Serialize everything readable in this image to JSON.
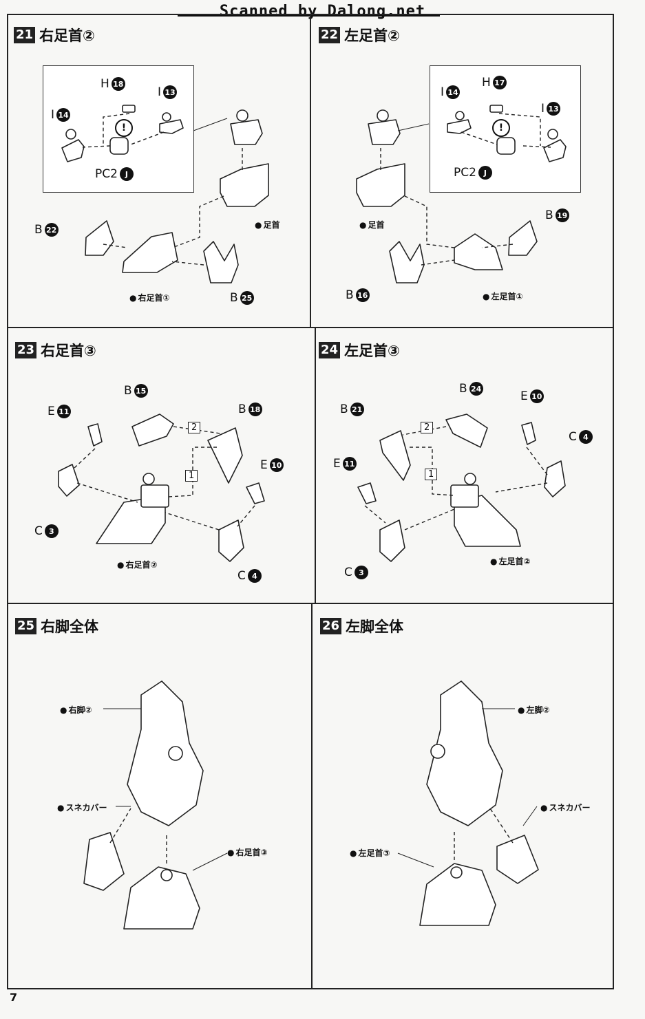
{
  "watermark": "Scanned by Dalong.net",
  "page_number": "7",
  "steps": [
    {
      "number": "21",
      "title": "右足首②"
    },
    {
      "number": "22",
      "title": "左足首②"
    },
    {
      "number": "23",
      "title": "右足首③"
    },
    {
      "number": "24",
      "title": "左足首③"
    },
    {
      "number": "25",
      "title": "右脚全体"
    },
    {
      "number": "26",
      "title": "左脚全体"
    }
  ],
  "step21": {
    "inset": {
      "h": {
        "letter": "H",
        "num": "18"
      },
      "i1": {
        "letter": "I",
        "num": "13"
      },
      "i2": {
        "letter": "I",
        "num": "14"
      },
      "pc": {
        "letter": "PC2",
        "num": "J"
      },
      "warn": "!"
    },
    "b1": {
      "letter": "B",
      "num": "22"
    },
    "b2": {
      "letter": "B",
      "num": "25"
    },
    "ankle": "足首",
    "result": "右足首①"
  },
  "step22": {
    "inset": {
      "h": {
        "letter": "H",
        "num": "17"
      },
      "i1": {
        "letter": "I",
        "num": "14"
      },
      "i2": {
        "letter": "I",
        "num": "13"
      },
      "pc": {
        "letter": "PC2",
        "num": "J"
      },
      "warn": "!"
    },
    "b1": {
      "letter": "B",
      "num": "19"
    },
    "b2": {
      "letter": "B",
      "num": "16"
    },
    "ankle": "足首",
    "result": "左足首①"
  },
  "step23": {
    "b1": {
      "letter": "B",
      "num": "15"
    },
    "b2": {
      "letter": "B",
      "num": "18"
    },
    "e1": {
      "letter": "E",
      "num": "11"
    },
    "e2": {
      "letter": "E",
      "num": "10"
    },
    "c1": {
      "letter": "C",
      "num": "3"
    },
    "c2": {
      "letter": "C",
      "num": "4"
    },
    "order1": "1",
    "order2": "2",
    "result": "右足首②"
  },
  "step24": {
    "b1": {
      "letter": "B",
      "num": "21"
    },
    "b2": {
      "letter": "B",
      "num": "24"
    },
    "e1": {
      "letter": "E",
      "num": "11"
    },
    "e2": {
      "letter": "E",
      "num": "10"
    },
    "c1": {
      "letter": "C",
      "num": "3"
    },
    "c2": {
      "letter": "C",
      "num": "4"
    },
    "order1": "1",
    "order2": "2",
    "result": "左足首②"
  },
  "step25": {
    "leg": "右脚②",
    "shin": "スネカバー",
    "ankle": "右足首③"
  },
  "step26": {
    "leg": "左脚②",
    "shin": "スネカバー",
    "ankle": "左足首③"
  }
}
